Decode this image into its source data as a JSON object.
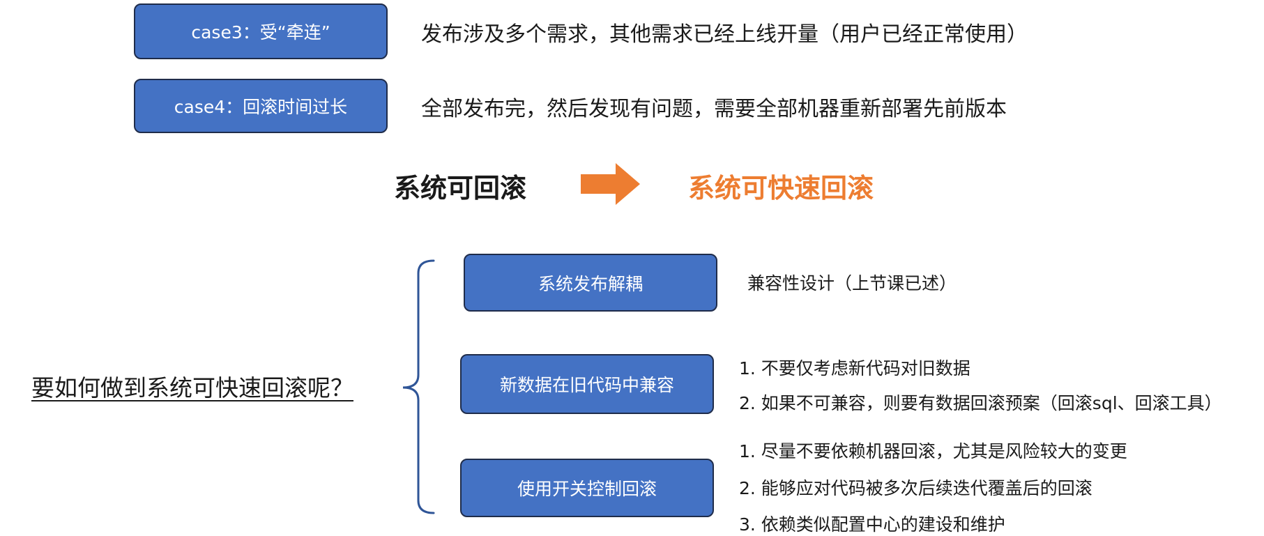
{
  "cases": [
    {
      "label": "case3：受“牵连”",
      "description": "发布涉及多个需求，其他需求已经上线开量（用户已经正常使用）"
    },
    {
      "label": "case4：回滚时间过长",
      "description": "全部发布完，然后发现有问题，需要全部机器重新部署先前版本"
    }
  ],
  "transition": {
    "from": "系统可回滚",
    "to": "系统可快速回滚",
    "accent_color": "#ed7d31"
  },
  "question": "要如何做到系统可快速回滚呢？",
  "solutions": [
    {
      "label": "系统发布解耦",
      "details": [
        "兼容性设计（上节课已述）"
      ]
    },
    {
      "label": "新数据在旧代码中兼容",
      "details": [
        "1. 不要仅考虑新代码对旧数据",
        "2. 如果不可兼容，则要有数据回滚预案（回滚sql、回滚工具）"
      ]
    },
    {
      "label": "使用开关控制回滚",
      "details": [
        "1. 尽量不要依赖机器回滚，尤其是风险较大的变更",
        "2. 能够应对代码被多次后续迭代覆盖后的回滚",
        "3. 依赖类似配置中心的建设和维护"
      ]
    }
  ],
  "colors": {
    "box_fill": "#4472c4",
    "box_border": "#1f2c4a",
    "brace": "#2f5597"
  }
}
